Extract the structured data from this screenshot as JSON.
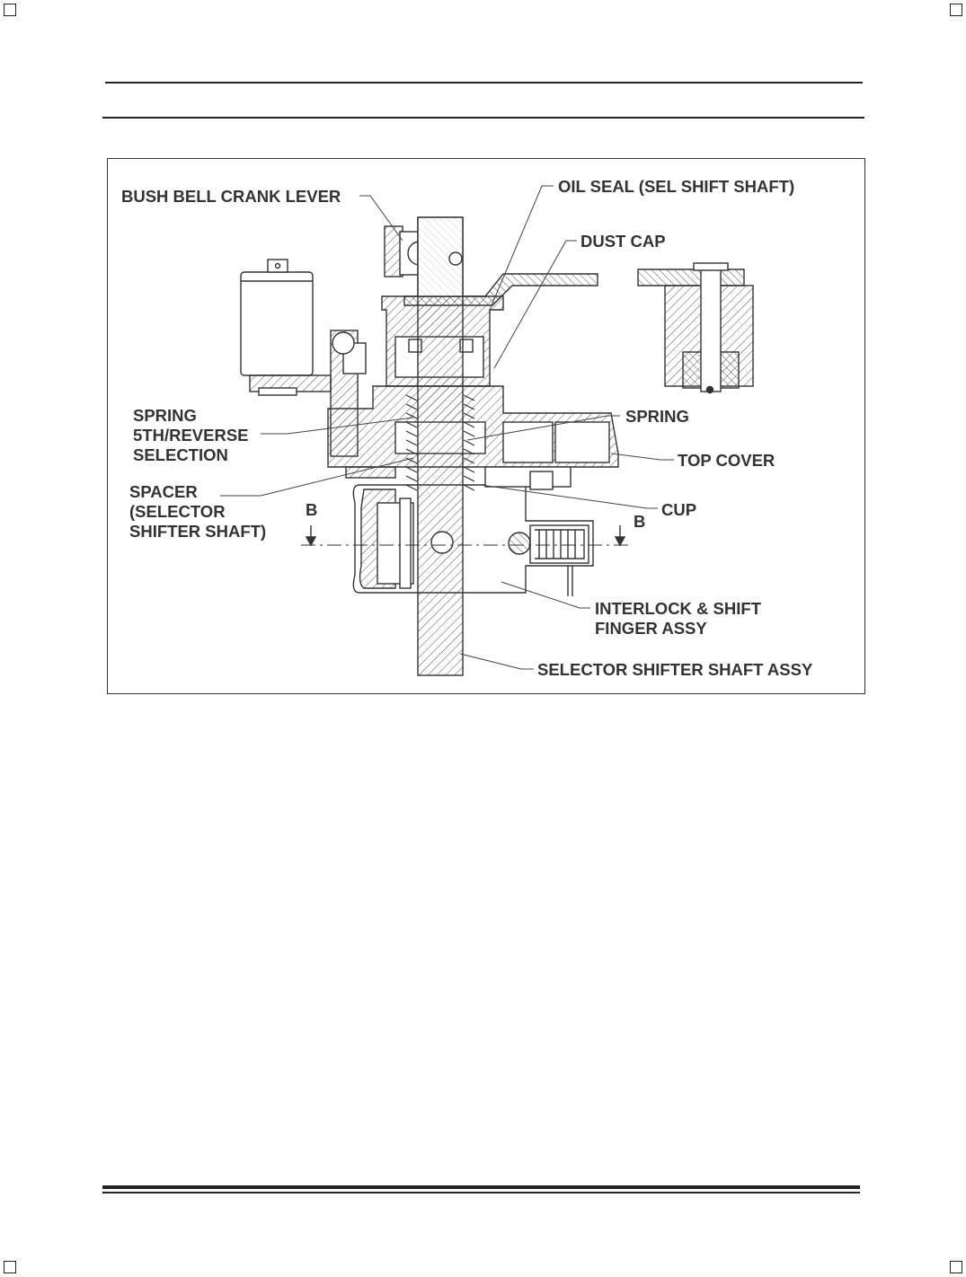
{
  "figure": {
    "labels": {
      "bush_bell_crank_lever": "BUSH BELL CRANK LEVER",
      "oil_seal": "OIL SEAL (SEL SHIFT SHAFT)",
      "dust_cap": "DUST CAP",
      "spring_left": [
        "SPRING",
        "5TH/REVERSE",
        "SELECTION"
      ],
      "spring_right": "SPRING",
      "top_cover": "TOP COVER",
      "spacer": [
        "SPACER",
        "(SELECTOR",
        "SHIFTER SHAFT)"
      ],
      "cup": "CUP",
      "interlock": [
        "INTERLOCK & SHIFT",
        "FINGER ASSY"
      ],
      "selector_shaft": "SELECTOR SHIFTER SHAFT ASSY",
      "section_left": "B",
      "section_right": "B"
    }
  }
}
